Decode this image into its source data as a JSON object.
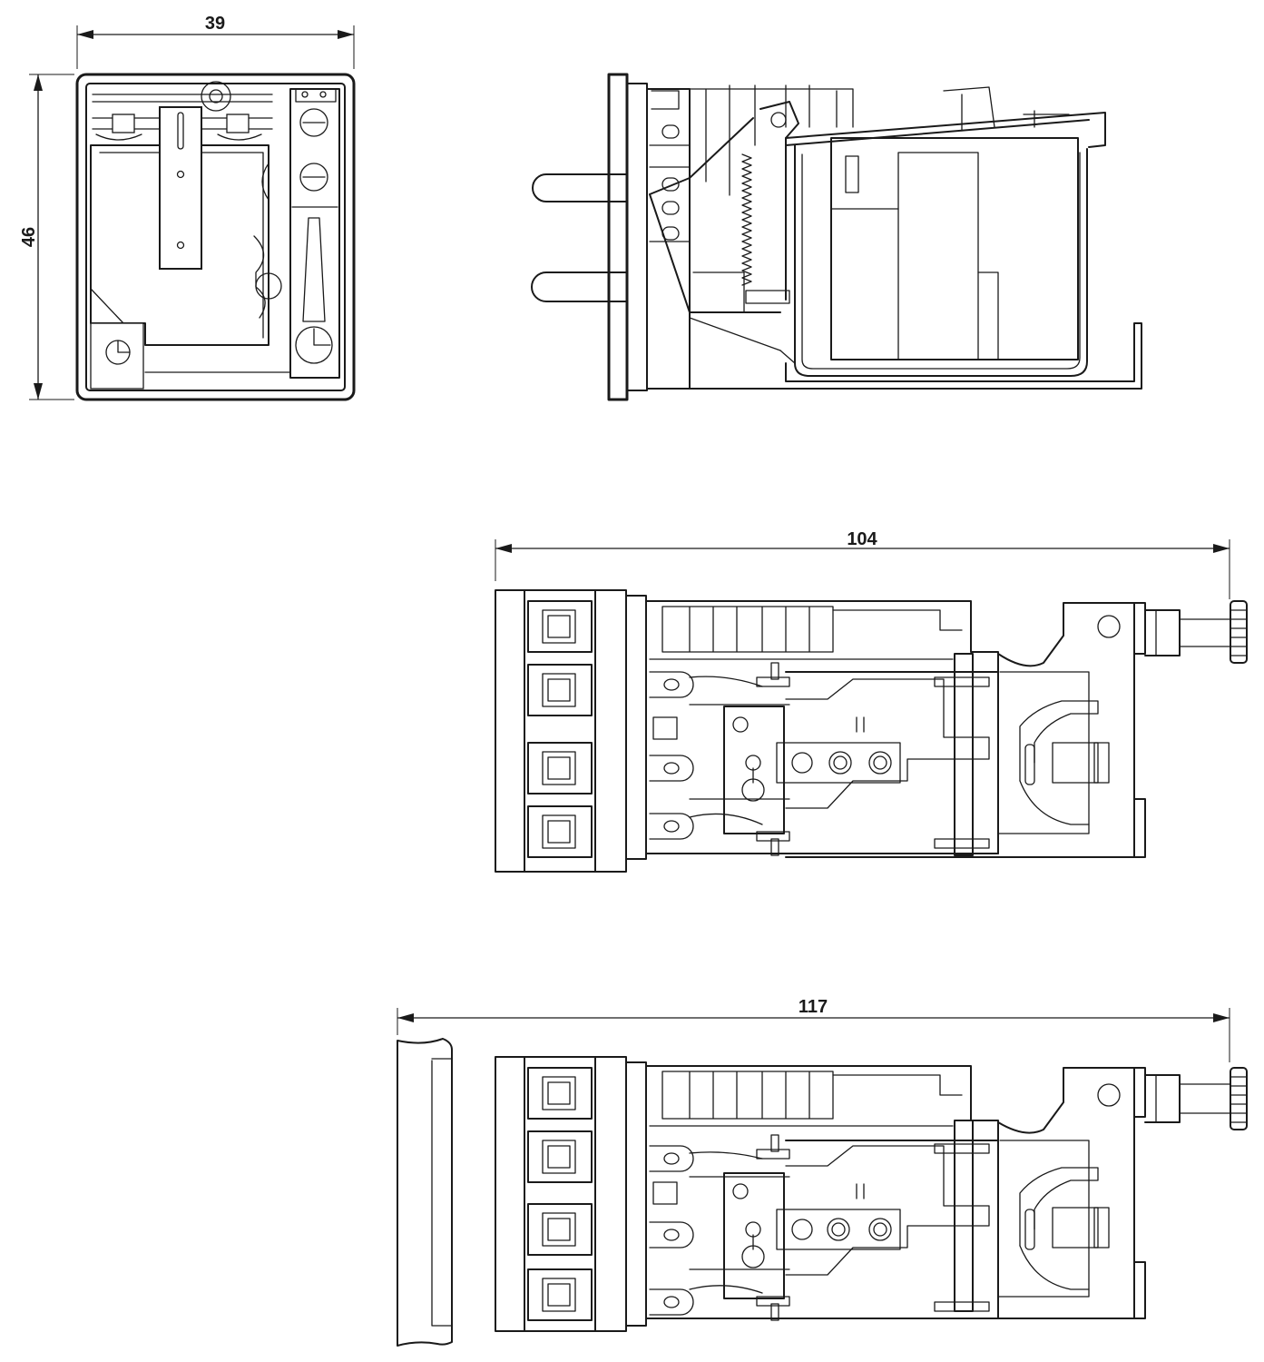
{
  "dimensions": {
    "front_width": "39",
    "front_height": "46",
    "top_length": "104",
    "bottom_length": "117"
  },
  "colors": {
    "line": "#1a1a1a",
    "background": "#ffffff"
  }
}
